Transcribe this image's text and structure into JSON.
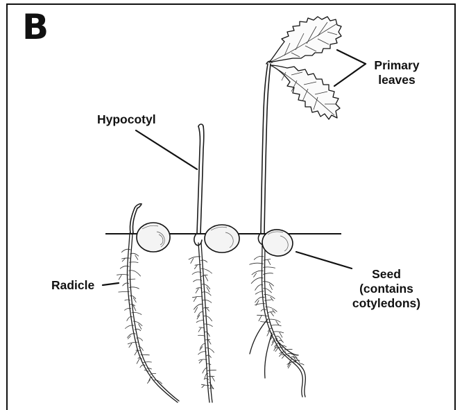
{
  "figure": {
    "panel_letter": "B",
    "labels": {
      "hypocotyl": "Hypocotyl",
      "primary_leaves_line1": "Primary",
      "primary_leaves_line2": "leaves",
      "radicle": "Radicle",
      "seed_line1": "Seed",
      "seed_line2": "(contains",
      "seed_line3": "cotyledons)"
    }
  }
}
